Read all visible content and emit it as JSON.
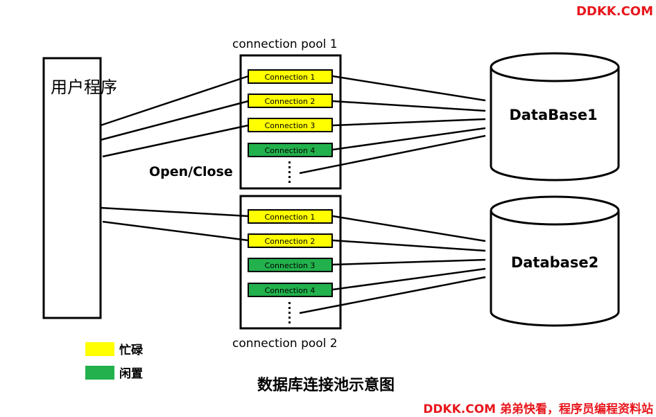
{
  "watermark_top": "DDKK.COM",
  "watermark_bottom": "DDKK.COM 弟弟快看，程序员编程资料站",
  "app_box_label": "用户程序",
  "open_close_label": "Open/Close",
  "pools": [
    {
      "title": "connection pool 1",
      "connections": [
        {
          "label": "Connection 1",
          "state": "busy"
        },
        {
          "label": "Connection 2",
          "state": "busy"
        },
        {
          "label": "Connection 3",
          "state": "busy"
        },
        {
          "label": "Connection 4",
          "state": "idle"
        }
      ]
    },
    {
      "title": "connection pool 2",
      "connections": [
        {
          "label": "Connection 1",
          "state": "busy"
        },
        {
          "label": "Connection 2",
          "state": "busy"
        },
        {
          "label": "Connection 3",
          "state": "idle"
        },
        {
          "label": "Connection 4",
          "state": "idle"
        }
      ]
    }
  ],
  "databases": [
    "DataBase1",
    "Database2"
  ],
  "legend": [
    {
      "label": "忙碌",
      "color": "#ffff00"
    },
    {
      "label": "闲置",
      "color": "#22b14c"
    }
  ],
  "caption": "数据库连接池示意图",
  "colors": {
    "busy": "#ffff00",
    "idle": "#22b14c",
    "watermark": "#e8161c"
  }
}
